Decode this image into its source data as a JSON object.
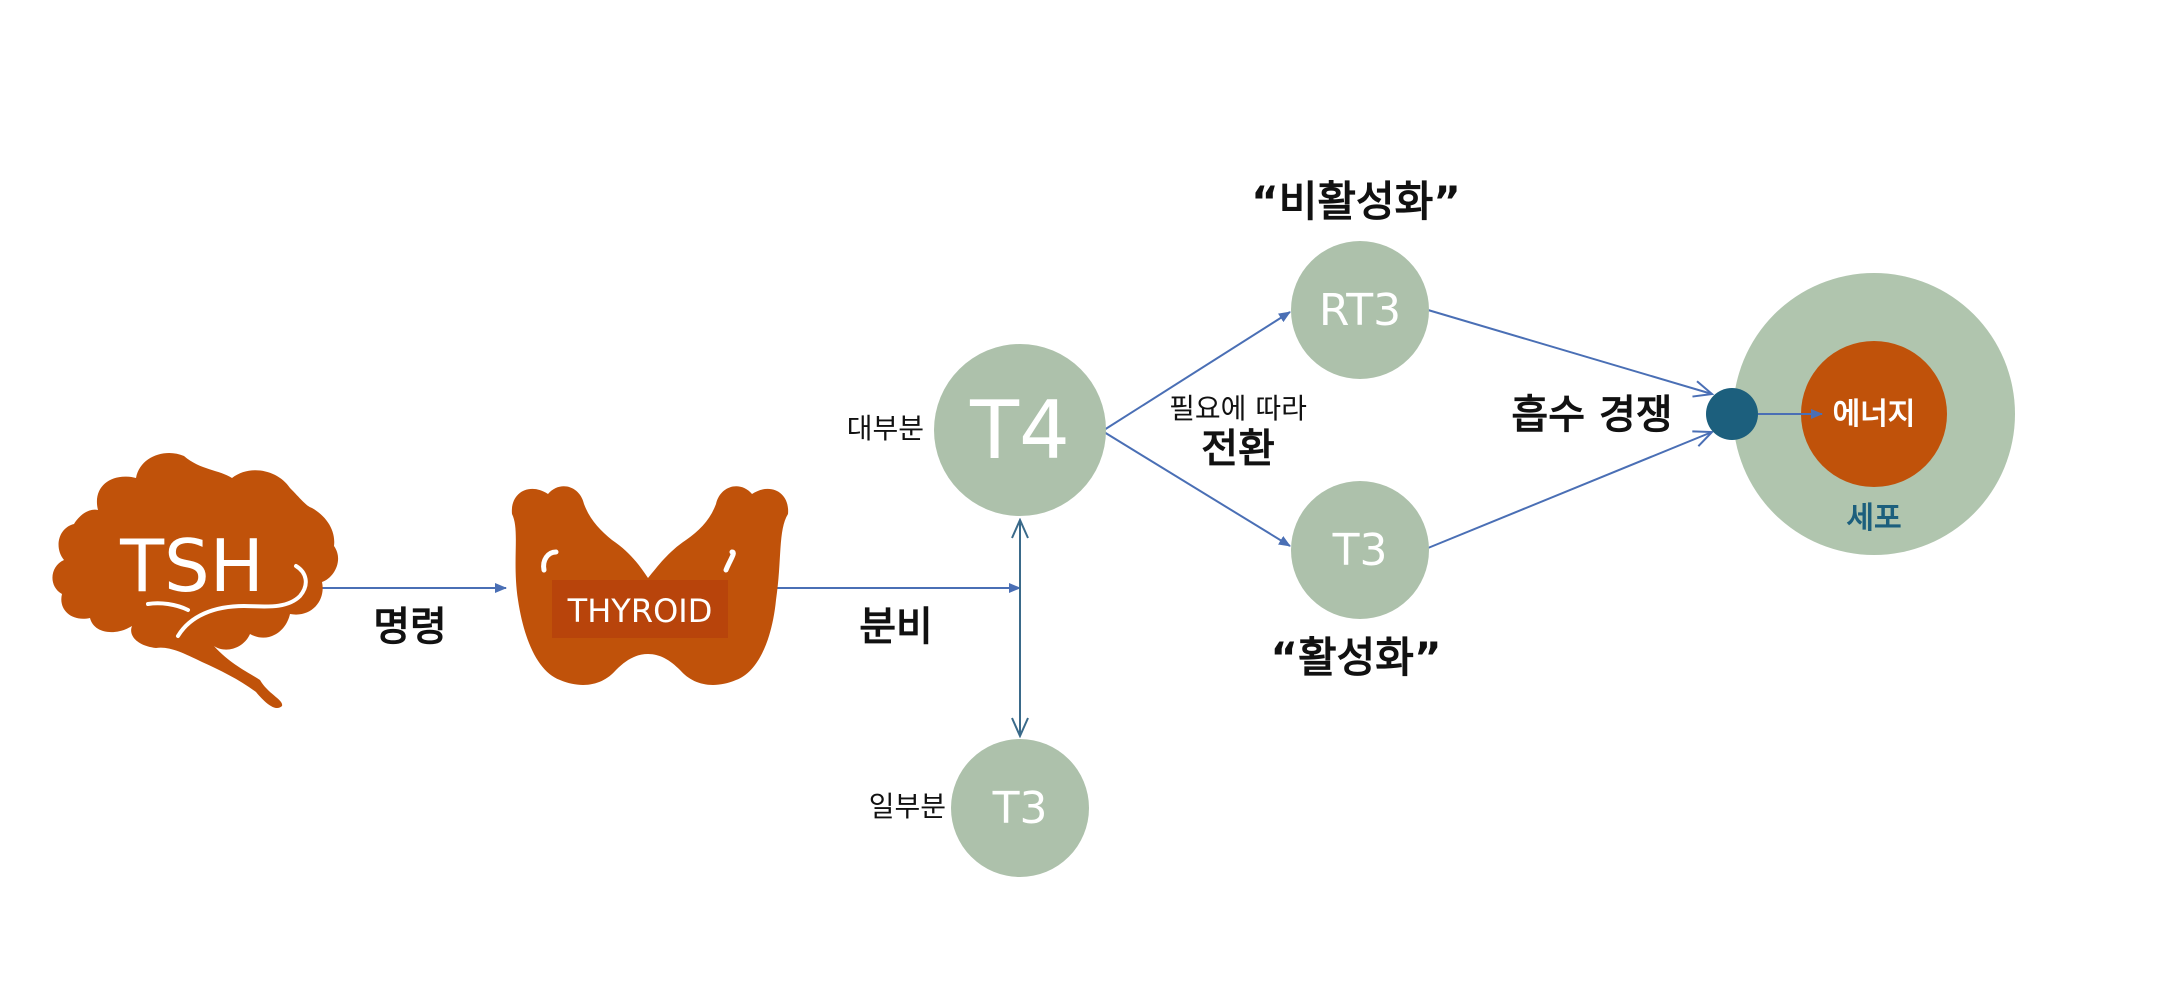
{
  "brain": {
    "label": "TSH"
  },
  "thyroid": {
    "label": "THYROID"
  },
  "nodes": {
    "t4": "T4",
    "rt3": "RT3",
    "t3_active": "T3",
    "t3_minor": "T3",
    "energy": "에너지"
  },
  "labels": {
    "command": "명령",
    "secrete": "분비",
    "majority": "대부분",
    "minority": "일부분",
    "convert_small": "필요에 따라",
    "convert_big": "전환",
    "inactivated": "“비활성화”",
    "activated": "“활성화”",
    "competition": "흡수 경쟁",
    "cell": "세포"
  },
  "colors": {
    "orange": "#c0520a",
    "thyroid_box": "#b8440b",
    "node_green": "#adc1ab",
    "cell_outer": "#b0c5ae",
    "receptor": "#1c5f7d",
    "cell_label": "#1c5f7d",
    "arrow_blue": "#4a6fb5"
  }
}
